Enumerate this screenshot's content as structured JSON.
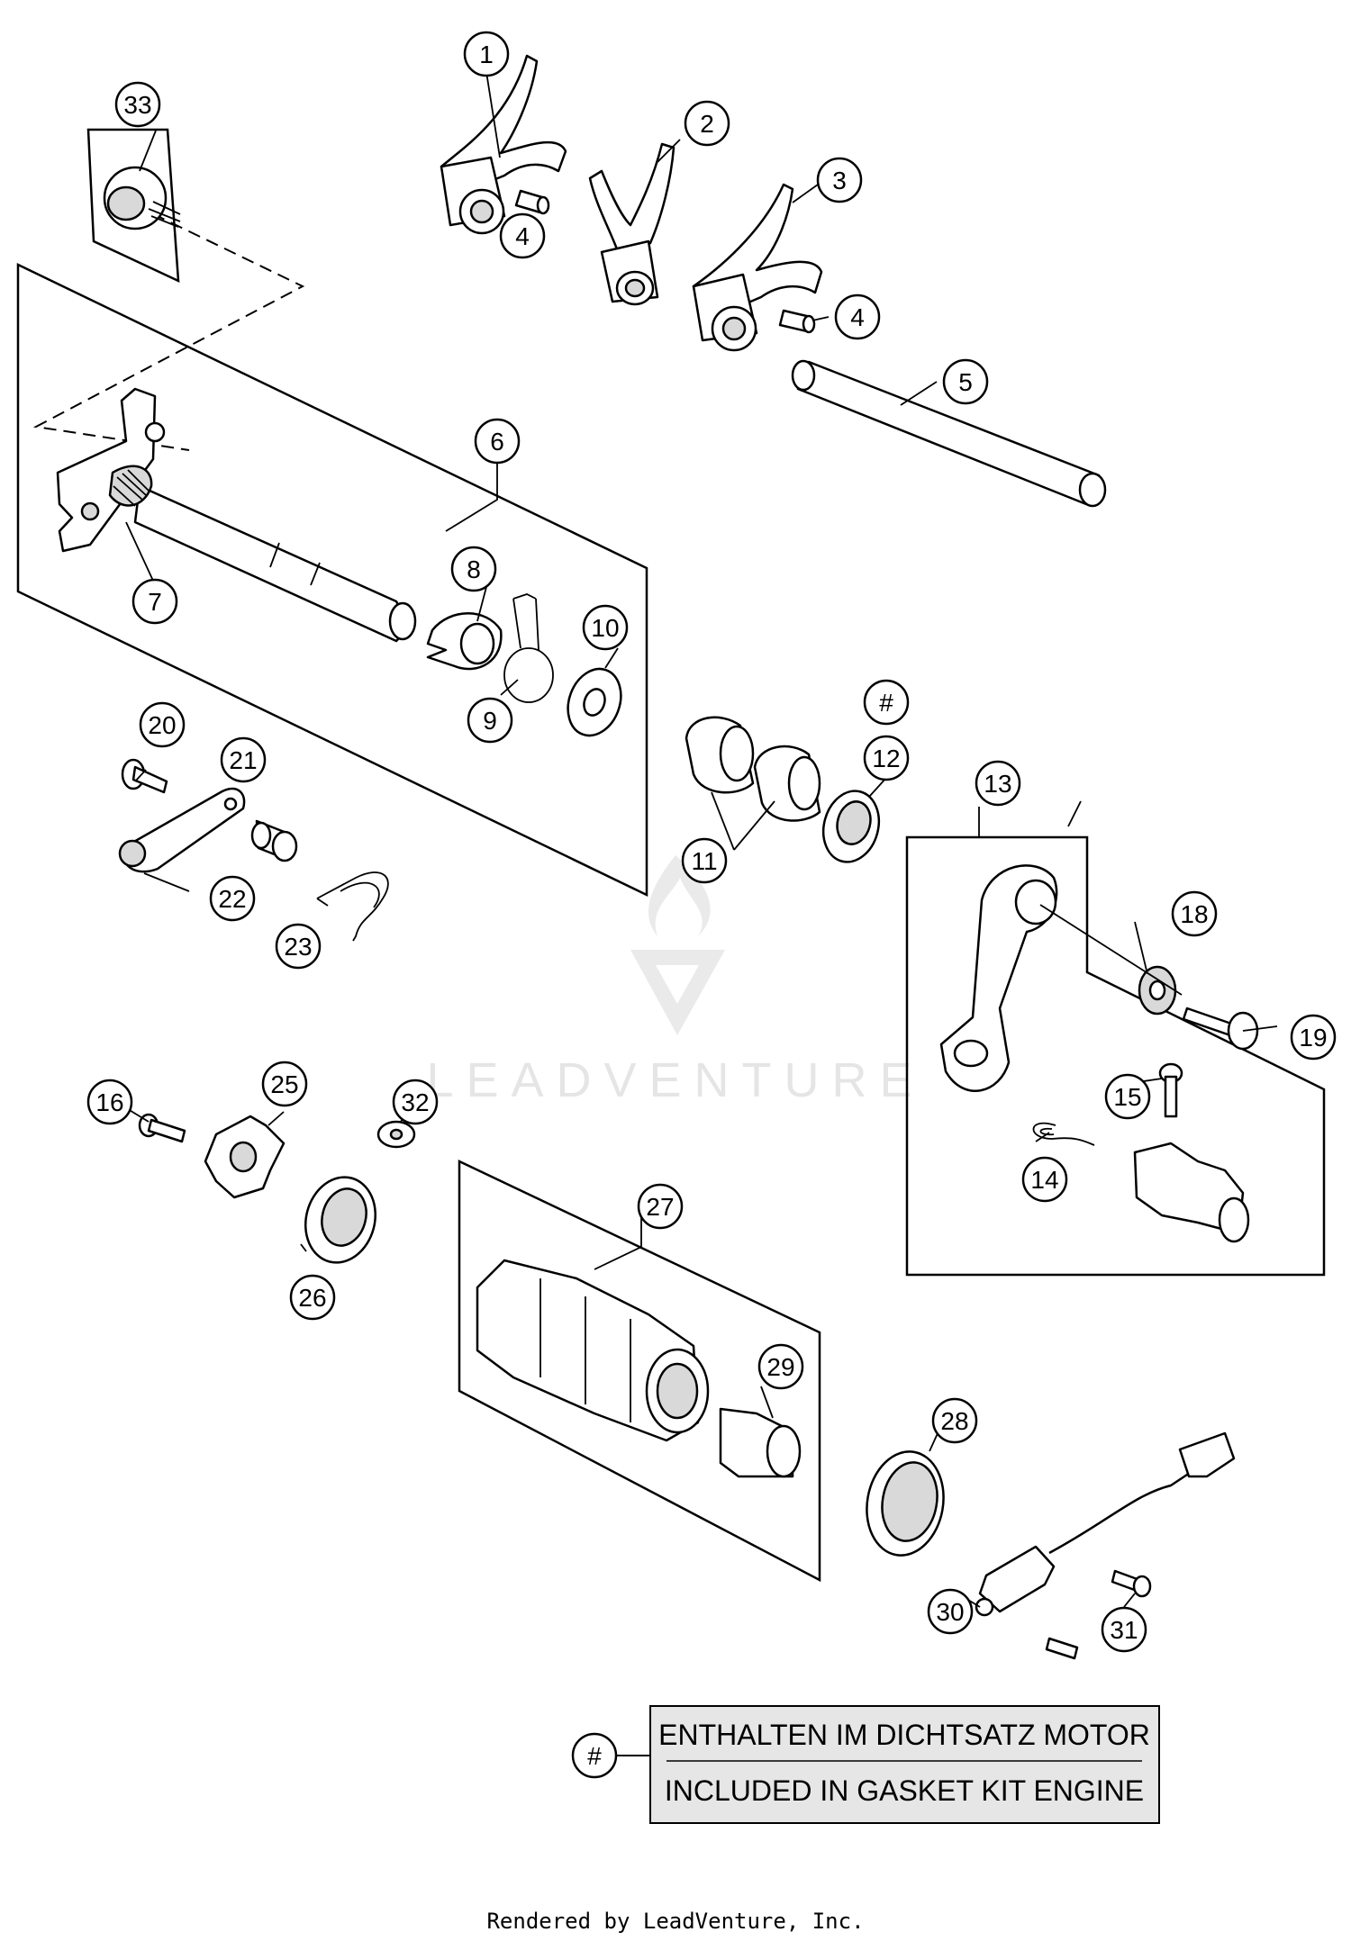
{
  "callouts": [
    {
      "id": "c1",
      "label": "1"
    },
    {
      "id": "c2",
      "label": "2"
    },
    {
      "id": "c3",
      "label": "3"
    },
    {
      "id": "c4a",
      "label": "4"
    },
    {
      "id": "c4b",
      "label": "4"
    },
    {
      "id": "c5",
      "label": "5"
    },
    {
      "id": "c6",
      "label": "6"
    },
    {
      "id": "c7",
      "label": "7"
    },
    {
      "id": "c8",
      "label": "8"
    },
    {
      "id": "c9",
      "label": "9"
    },
    {
      "id": "c10",
      "label": "10"
    },
    {
      "id": "c11",
      "label": "11"
    },
    {
      "id": "c12",
      "label": "12"
    },
    {
      "id": "c12hash",
      "label": "#"
    },
    {
      "id": "c13",
      "label": "13"
    },
    {
      "id": "c14",
      "label": "14"
    },
    {
      "id": "c15",
      "label": "15"
    },
    {
      "id": "c16",
      "label": "16"
    },
    {
      "id": "c18",
      "label": "18"
    },
    {
      "id": "c19",
      "label": "19"
    },
    {
      "id": "c20",
      "label": "20"
    },
    {
      "id": "c21",
      "label": "21"
    },
    {
      "id": "c22",
      "label": "22"
    },
    {
      "id": "c23",
      "label": "23"
    },
    {
      "id": "c25",
      "label": "25"
    },
    {
      "id": "c26",
      "label": "26"
    },
    {
      "id": "c27",
      "label": "27"
    },
    {
      "id": "c28",
      "label": "28"
    },
    {
      "id": "c29",
      "label": "29"
    },
    {
      "id": "c30",
      "label": "30"
    },
    {
      "id": "c31",
      "label": "31"
    },
    {
      "id": "c32",
      "label": "32"
    },
    {
      "id": "c33",
      "label": "33"
    }
  ],
  "legend": {
    "symbol": "#",
    "line_de": "ENTHALTEN IM DICHTSATZ MOTOR",
    "line_en": "INCLUDED IN GASKET KIT ENGINE"
  },
  "watermark": "LEADVENTURE",
  "footer": "Rendered by LeadVenture, Inc.",
  "colors": {
    "line": "#000000",
    "legend_fill": "#e6e6e6",
    "watermark": "#e3e3e3"
  }
}
